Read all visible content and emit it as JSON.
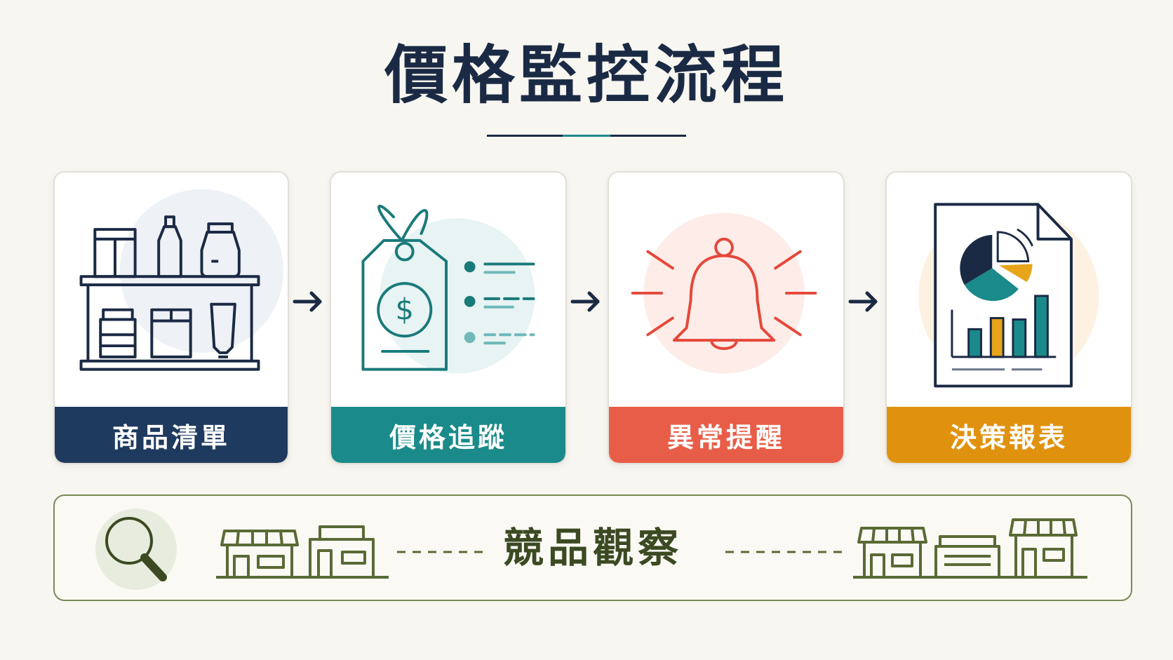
{
  "title": "價格監控流程",
  "steps": [
    {
      "label": "商品清單",
      "color": "#1f3a5f",
      "icon": "shelf-products-icon"
    },
    {
      "label": "價格追蹤",
      "color": "#1a8a8a",
      "icon": "price-tag-dollar-icon"
    },
    {
      "label": "異常提醒",
      "color": "#e85d48",
      "icon": "alarm-bell-icon"
    },
    {
      "label": "決策報表",
      "color": "#e0920e",
      "icon": "report-chart-icon"
    }
  ],
  "competitor": {
    "label": "競品觀察",
    "color": "#7a8a58",
    "icons": [
      "magnifier-icon",
      "storefront-icon"
    ]
  },
  "colors": {
    "navy": "#1b2a44",
    "teal": "#1f8a8a",
    "coral": "#e85d48",
    "amber": "#e0920e",
    "olive": "#5a6a35"
  }
}
